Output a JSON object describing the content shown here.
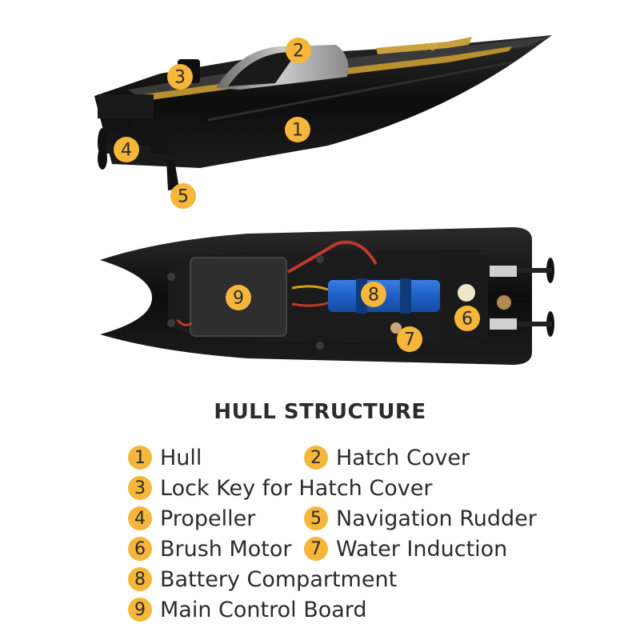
{
  "heading": "HULL STRUCTURE",
  "accent_color": "#f6b63a",
  "hull_color": "#111111",
  "boat_marking": "70",
  "callouts": [
    "1",
    "2",
    "3",
    "4",
    "5",
    "6",
    "7",
    "8",
    "9"
  ],
  "legend": [
    {
      "num": "1",
      "label": "Hull"
    },
    {
      "num": "2",
      "label": "Hatch Cover"
    },
    {
      "num": "3",
      "label": "Lock Key for Hatch Cover"
    },
    {
      "num": "4",
      "label": "Propeller"
    },
    {
      "num": "5",
      "label": "Navigation Rudder"
    },
    {
      "num": "6",
      "label": "Brush Motor"
    },
    {
      "num": "7",
      "label": "Water Induction"
    },
    {
      "num": "8",
      "label": "Battery Compartment"
    },
    {
      "num": "9",
      "label": "Main Control Board"
    }
  ]
}
